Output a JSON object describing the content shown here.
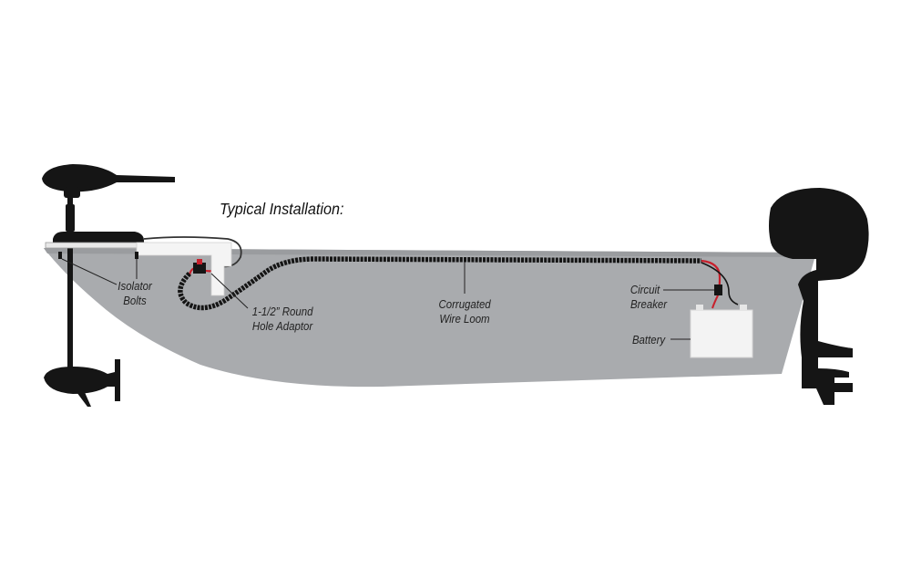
{
  "title": "Typical Installation:",
  "labels": {
    "isolator": [
      "Isolator",
      "Bolts"
    ],
    "adaptor": [
      "1-1/2” Round",
      "Hole Adaptor"
    ],
    "loom": [
      "Corrugated",
      "Wire Loom"
    ],
    "breaker": [
      "Circuit",
      "Breaker"
    ],
    "battery": "Battery"
  },
  "colors": {
    "hull": "#a9abae",
    "hull_top": "#9d9fa2",
    "motor": "#151515",
    "wire_red": "#c8202c",
    "battery": "#f3f3f3",
    "mount_plate": "#f4f4f4"
  },
  "icons": [
    "trolling-motor-icon",
    "outboard-motor-icon",
    "battery-icon"
  ]
}
